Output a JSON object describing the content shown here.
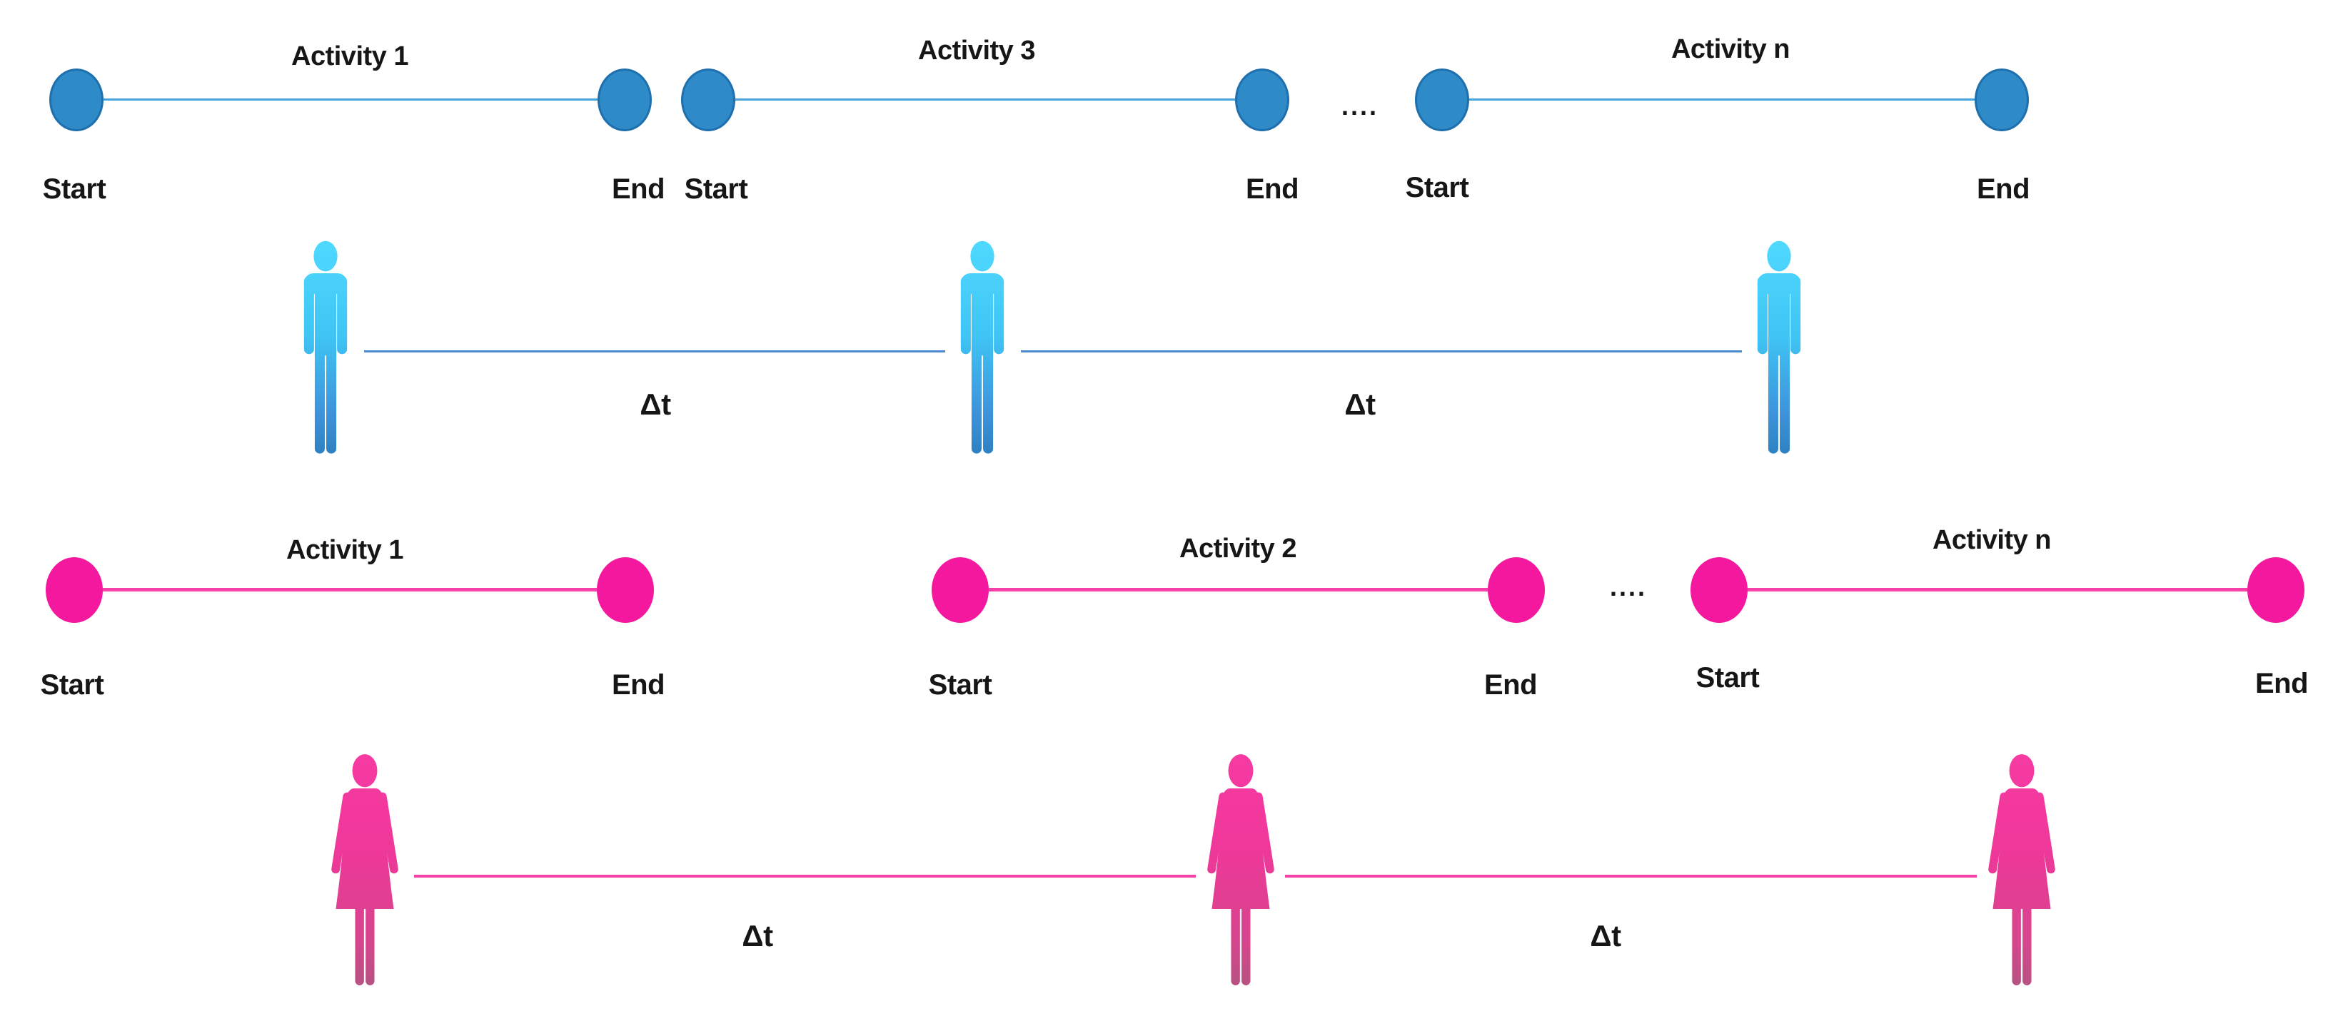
{
  "colors": {
    "blue_node": "#2E8BC8",
    "blue_node_border": "#1D6FAE",
    "blue_line": "#47A3DC",
    "blue_person_line": "#4C89CE",
    "pink_node": "#F3189D",
    "pink_line": "#F441A8",
    "male_top": "#50DAFF",
    "male_mid": "#3FC4F4",
    "male_low": "#3D92DA",
    "male_bottom": "#2B7FBE",
    "female_top": "#F63AA3",
    "female_mid": "#F0379A",
    "female_low": "#D5468D",
    "female_bottom": "#B25480",
    "text": "#161616"
  },
  "blue_track": {
    "activities": [
      {
        "name": "Activity 1",
        "start": "Start",
        "end": "End"
      },
      {
        "name": "Activity 3",
        "start": "Start",
        "end": "End"
      },
      {
        "name": "Activity n",
        "start": "Start",
        "end": "End"
      }
    ],
    "ellipsis": "....",
    "deltas": [
      "Δt",
      "Δt"
    ]
  },
  "pink_track": {
    "activities": [
      {
        "name": "Activity 1",
        "start": "Start",
        "end": "End"
      },
      {
        "name": "Activity 2",
        "start": "Start",
        "end": "End"
      },
      {
        "name": "Activity n",
        "start": "Start",
        "end": "End"
      }
    ],
    "ellipsis": "....",
    "deltas": [
      "Δt",
      "Δt"
    ]
  }
}
